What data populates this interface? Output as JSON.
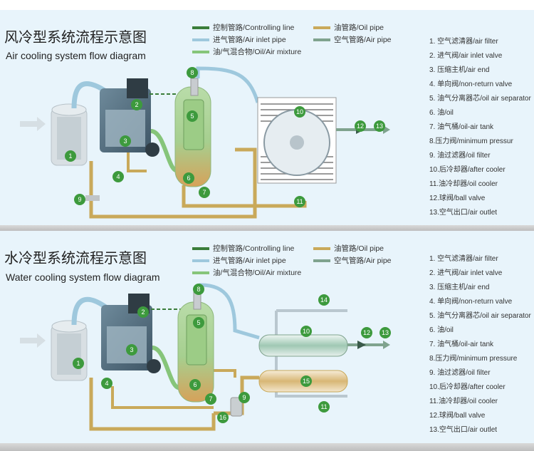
{
  "colors": {
    "control_line": "#3a7d3a",
    "oil_pipe": "#c9a95a",
    "air_inlet": "#9ec8dd",
    "air_pipe": "#7fa38e",
    "mixture": "#86c57a",
    "badge": "#3d9a3d"
  },
  "air": {
    "title_zh": "风冷型系统流程示意图",
    "title_en": "Air cooling system flow diagram",
    "legend": [
      {
        "label": "控制管路/Controlling line",
        "color": "#3a7d3a"
      },
      {
        "label": "油管路/Oil pipe",
        "color": "#c9a95a"
      },
      {
        "label": "进气管路/Air inlet pipe",
        "color": "#9ec8dd"
      },
      {
        "label": "空气管路/Air pipe",
        "color": "#7fa38e"
      },
      {
        "label": "油/气混合物/Oil/Air mixture",
        "color": "#86c57a"
      }
    ],
    "parts": [
      "1. 空气滤清器/air filter",
      "2. 进气阀/air inlet valve",
      "3. 压缩主机/air end",
      "4. 单向阀/non-return valve",
      "5. 油气分离器芯/oil air separator",
      "6. 油/oil",
      "7. 油气桶/oil-air tank",
      "8.压力阀/minimum pressur",
      "9. 油过滤器/oil filter",
      "10.后冷却器/after cooler",
      "11.油冷却器/oil cooler",
      "12.球阀/ball valve",
      "13.空气出口/air outlet"
    ],
    "badges": [
      "1",
      "2",
      "3",
      "4",
      "5",
      "6",
      "7",
      "8",
      "9",
      "10",
      "11",
      "12",
      "13"
    ]
  },
  "water": {
    "title_zh": "水冷型系统流程示意图",
    "title_en": "Water cooling system flow diagram",
    "legend": [
      {
        "label": "控制管路/Controlling line",
        "color": "#3a7d3a"
      },
      {
        "label": "油管路/Oil pipe",
        "color": "#c9a95a"
      },
      {
        "label": "进气管路/Air inlet pipe",
        "color": "#9ec8dd"
      },
      {
        "label": "空气管路/Air pipe",
        "color": "#7fa38e"
      },
      {
        "label": "油/气混合物/Oil/Air mixture",
        "color": "#86c57a"
      }
    ],
    "parts": [
      "1. 空气滤清器/air filter",
      "2. 进气阀/air inlet valve",
      "3. 压缩主机/air end",
      "4. 单向阀/non-return valve",
      "5. 油气分离器芯/oil air separator",
      "6. 油/oil",
      "7. 油气桶/oil-air tank",
      "8.压力阀/minimum pressure",
      "9. 油过滤器/oil filter",
      "10.后冷却器/after cooler",
      "11.油冷却器/oil cooler",
      "12.球阀/ball valve",
      "13.空气出口/air outlet"
    ],
    "badges": [
      "1",
      "2",
      "3",
      "4",
      "5",
      "6",
      "7",
      "8",
      "9",
      "10",
      "11",
      "12",
      "13",
      "14",
      "15",
      "16"
    ]
  }
}
